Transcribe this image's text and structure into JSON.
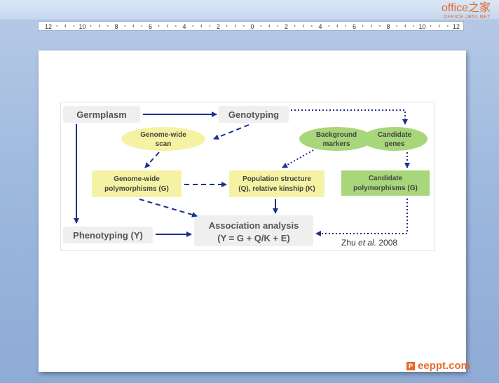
{
  "watermark": {
    "brand": "office之家",
    "url": "OFFICE.JB51.NET",
    "bottom": "eeppt.com"
  },
  "ruler": {
    "labels": [
      "12",
      "10",
      "8",
      "6",
      "4",
      "2",
      "0",
      "2",
      "4",
      "6",
      "8",
      "10",
      "12"
    ]
  },
  "diagram": {
    "germplasm": "Germplasm",
    "genotyping": "Genotyping",
    "genome_wide_scan": [
      "Genome-wide",
      "scan"
    ],
    "background_markers": [
      "Background",
      "markers"
    ],
    "candidate_genes": [
      "Candidate",
      "genes"
    ],
    "genome_wide_polymorphisms": [
      "Genome-wide",
      "polymorphisms (G)"
    ],
    "population_structure": [
      "Population structure",
      "(Q), relative kinship (K)"
    ],
    "candidate_polymorphisms": [
      "Candidate",
      "polymorphisms (G)"
    ],
    "phenotyping": "Phenotyping (Y)",
    "association_analysis": [
      "Association analysis",
      "(Y = G + Q/K + E)"
    ],
    "citation_pre": "Zhu ",
    "citation_em": "et al.",
    "citation_post": " 2008"
  },
  "colors": {
    "arrow": "#1f2f8f",
    "gray_box": "#efefef",
    "yellow": "#f5f3a3",
    "green": "#a8d67a"
  }
}
